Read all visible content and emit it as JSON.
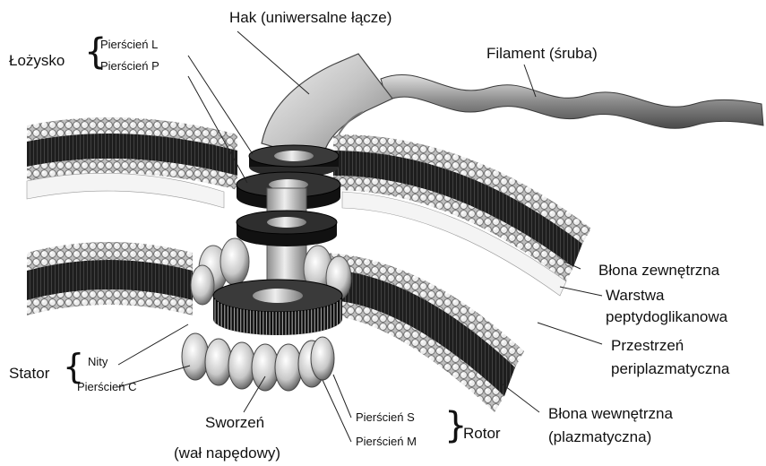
{
  "labels": {
    "hook": "Hak (uniwersalne łącze)",
    "filament": "Filament (śruba)",
    "bearing": "Łożysko",
    "l_ring": "Pierścień L",
    "p_ring": "Pierścień P",
    "outer_membrane": "Błona zewnętrzna",
    "peptidoglycan_1": "Warstwa",
    "peptidoglycan_2": "peptydoglikanowa",
    "periplasmic_1": "Przestrzeń",
    "periplasmic_2": "periplazmatyczna",
    "inner_membrane_1": "Błona wewnętrzna",
    "inner_membrane_2": "(plazmatyczna)",
    "stator": "Stator",
    "studs": "Nity",
    "c_ring": "Pierścień C",
    "rod_1": "Sworzeń",
    "rod_2": "(wał napędowy)",
    "s_ring": "Pierścień S",
    "m_ring": "Pierścień M",
    "rotor": "Rotor"
  },
  "colors": {
    "bead": "#e6e6e6",
    "bead_outline": "#6a6a6a",
    "tail": "#1c1c1c",
    "metal": "#cfcfcf",
    "disk": "#121212"
  }
}
